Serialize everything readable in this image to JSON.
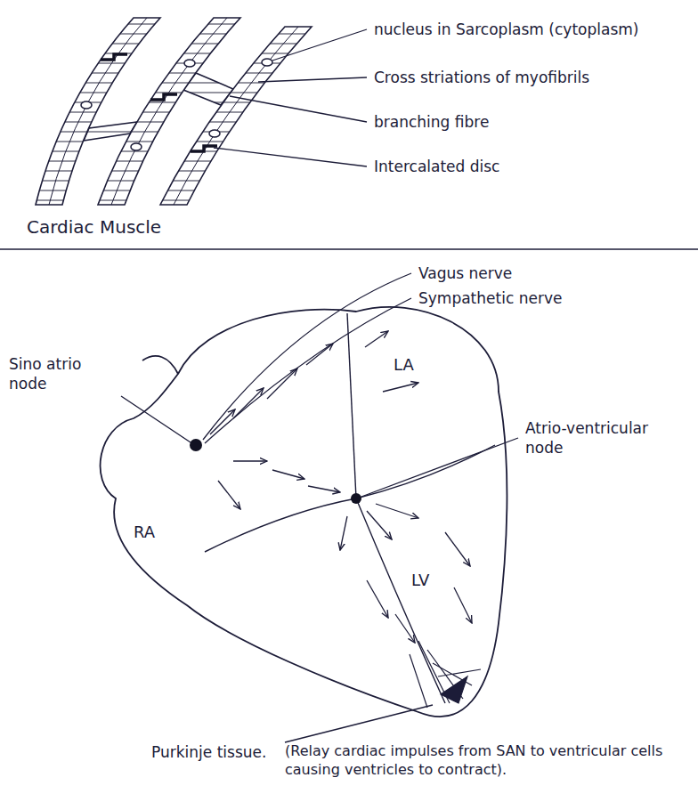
{
  "diagram": {
    "labels": [
      "nucleus in Sarcoplasm (cytoplasm)",
      "Cross striations of myofibrils",
      "branching fibre",
      "Intercalated disc",
      "Cardiac Muscle",
      "Vagus nerve",
      "Sympathetic nerve",
      "LA",
      "LV",
      "RA",
      "Sino atrio node",
      "Atrio-ventricular node",
      "Purkinje tissue.",
      "(Relay cardiac impulses from SAN to ventricular cells causing ventricles to contract)."
    ]
  }
}
